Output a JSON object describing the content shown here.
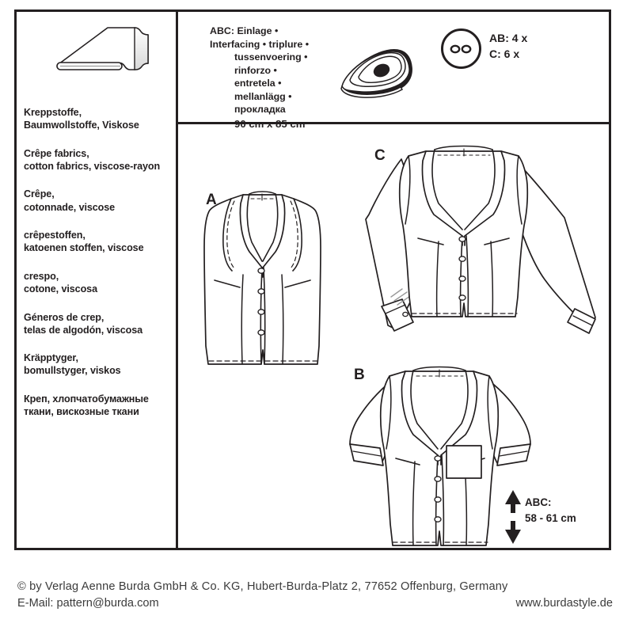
{
  "frame": {
    "border_color": "#231f20"
  },
  "fabric_panel": {
    "icon": "fabric-bolt-icon",
    "items": [
      {
        "line1": "Kreppstoffe,",
        "line2": "Baumwollstoffe, Viskose"
      },
      {
        "line1": "Crêpe fabrics,",
        "line2": "cotton fabrics, viscose-rayon"
      },
      {
        "line1": "Crêpe,",
        "line2": "cotonnade, viscose"
      },
      {
        "line1": "crêpestoffen,",
        "line2": "katoenen stoffen, viscose"
      },
      {
        "line1": "crespo,",
        "line2": "cotone, viscosa"
      },
      {
        "line1": "Géneros de crep,",
        "line2": "telas de algodón, viscosa"
      },
      {
        "line1": "Kräpptyger,",
        "line2": "bomullstyger, viskos"
      },
      {
        "line1": "Креп, хлопчатобумажные",
        "line2": "ткани, вискозные ткани"
      }
    ]
  },
  "interfacing": {
    "label": "ABC:",
    "line1": "Einlage • Interfacing • triplure •",
    "line2": "tussenvoering • rinforzo •",
    "line3": "entretela • mellanlägg •",
    "line4": "прокладка",
    "size": "90 cm x 85 cm",
    "icon": "iron-icon"
  },
  "buttons": {
    "icon": "button-icon",
    "line1": "AB: 4 x",
    "line2": "C: 6 x"
  },
  "garments": {
    "label_a": "A",
    "label_b": "B",
    "label_c": "C",
    "view_a_name": "sleeveless-vest-front",
    "view_b_name": "short-sleeve-jacket-front",
    "view_c_name": "long-sleeve-jacket-front"
  },
  "measurement": {
    "label": "ABC:",
    "value": "58 - 61 cm",
    "arrow_icon": "double-arrow-vertical-icon"
  },
  "footer": {
    "line1": "© by Verlag Aenne Burda GmbH & Co. KG, Hubert-Burda-Platz 2, 77652 Offenburg, Germany",
    "email": "E-Mail: pattern@burda.com",
    "website": "www.burdastyle.de"
  }
}
